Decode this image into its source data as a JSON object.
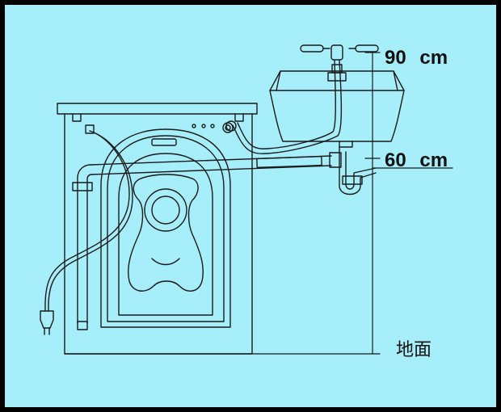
{
  "labels": {
    "height_90": "90 cm",
    "height_60": "60 cm",
    "ground": "地面"
  },
  "colors": {
    "background": "#a6eef9",
    "frame": "#000000",
    "line": "#1a1a1a"
  },
  "icons": [
    "faucet-left-icon",
    "faucet-right-icon",
    "faucet-center-icon",
    "power-plug-icon"
  ]
}
